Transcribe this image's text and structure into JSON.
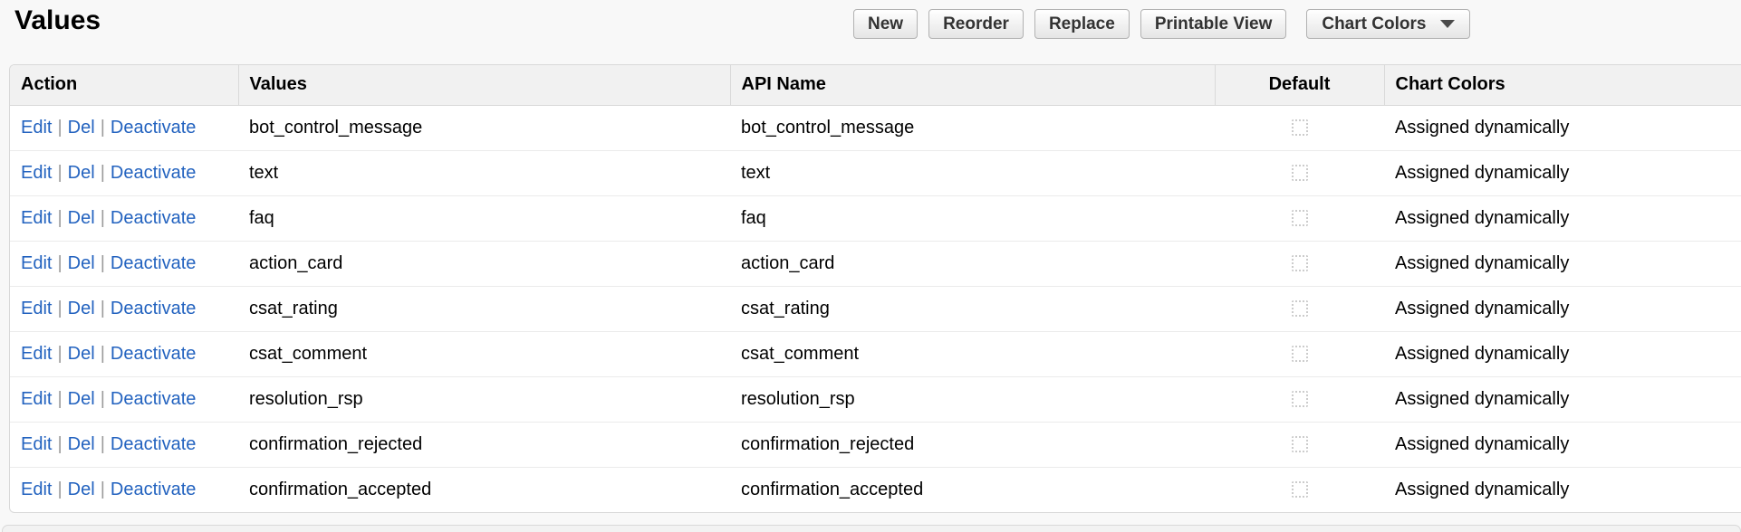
{
  "header": {
    "title": "Values"
  },
  "toolbar": {
    "buttons": [
      "New",
      "Reorder",
      "Replace",
      "Printable View"
    ],
    "dropdown": {
      "label": "Chart Colors",
      "icon": "triangle-down-icon"
    }
  },
  "table": {
    "columns": [
      "Action",
      "Values",
      "API Name",
      "Default",
      "Chart Colors"
    ],
    "action_links": [
      "Edit",
      "Del",
      "Deactivate"
    ],
    "action_separator": "|",
    "rows": [
      {
        "value": "bot_control_message",
        "api_name": "bot_control_message",
        "default_checked": false,
        "chart_color": "Assigned dynamically"
      },
      {
        "value": "text",
        "api_name": "text",
        "default_checked": false,
        "chart_color": "Assigned dynamically"
      },
      {
        "value": "faq",
        "api_name": "faq",
        "default_checked": false,
        "chart_color": "Assigned dynamically"
      },
      {
        "value": "action_card",
        "api_name": "action_card",
        "default_checked": false,
        "chart_color": "Assigned dynamically"
      },
      {
        "value": "csat_rating",
        "api_name": "csat_rating",
        "default_checked": false,
        "chart_color": "Assigned dynamically"
      },
      {
        "value": "csat_comment",
        "api_name": "csat_comment",
        "default_checked": false,
        "chart_color": "Assigned dynamically"
      },
      {
        "value": "resolution_rsp",
        "api_name": "resolution_rsp",
        "default_checked": false,
        "chart_color": "Assigned dynamically"
      },
      {
        "value": "confirmation_rejected",
        "api_name": "confirmation_rejected",
        "default_checked": false,
        "chart_color": "Assigned dynamically"
      },
      {
        "value": "confirmation_accepted",
        "api_name": "confirmation_accepted",
        "default_checked": false,
        "chart_color": "Assigned dynamically"
      }
    ]
  },
  "colors": {
    "link": "#2262bf",
    "page_background": "#f8f8f8",
    "table_header_background": "#f1f1f1",
    "border": "#d9d9d9"
  }
}
